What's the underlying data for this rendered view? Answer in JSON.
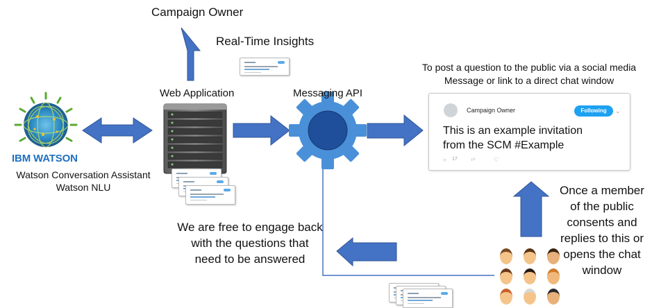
{
  "colors": {
    "arrow": "#4472C4",
    "gear": "#4A90D9",
    "twitter_blue": "#1DA1F2",
    "watson_blue": "#1F70C1"
  },
  "labels": {
    "campaign_owner_top": "Campaign Owner",
    "real_time_insights": "Real-Time Insights",
    "web_application": "Web Application",
    "messaging_api": "Messaging API",
    "post_question_line1": "To post a question to the public via a social media",
    "post_question_line2": "Message or link to a direct chat window",
    "watson_line1": "Watson Conversation Assistant",
    "watson_line2": "Watson NLU",
    "ibm_logo_text": "IBM WATSON",
    "engage_line1": "We are free to engage back",
    "engage_line2": "with the questions that",
    "engage_line3": "need to be answered",
    "consent_line1": "Once a member",
    "consent_line2": "of the public",
    "consent_line3": "consents and",
    "consent_line4": "replies to this or",
    "consent_line5": "opens the chat",
    "consent_line6": "window"
  },
  "invitation_card": {
    "author": "Campaign Owner",
    "follow_button": "Following",
    "text_line1": "This is an example invitation",
    "text_line2": "from the SCM #Example",
    "reply_count": "17"
  },
  "icons": {
    "watson": "watson-globe-icon",
    "server": "server-rack-icon",
    "gear": "gear-icon",
    "people": "people-group-icon"
  }
}
